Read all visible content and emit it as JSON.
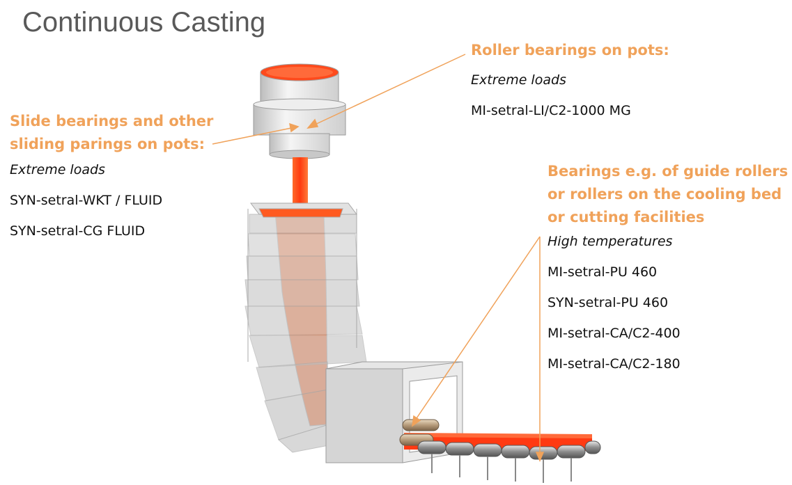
{
  "title": "Continuous Casting",
  "callouts": {
    "roller_pots": {
      "heading": "Roller bearings on pots:",
      "sub": "Extreme loads",
      "items": [
        "MI-setral-LI/C2-1000 MG"
      ]
    },
    "slide_pots": {
      "heading_lines": [
        "Slide bearings and other",
        "sliding parings on pots:"
      ],
      "sub": "Extreme loads",
      "items": [
        "SYN-setral-WKT / FLUID",
        "SYN-setral-CG FLUID"
      ]
    },
    "guide_rollers": {
      "heading_lines": [
        "Bearings e.g. of guide rollers",
        "or rollers on the cooling bed",
        "or cutting facilities"
      ],
      "sub": "High temperatures",
      "items": [
        "MI-setral-PU 460",
        "SYN-setral-PU 460",
        "MI-setral-CA/C2-400",
        "MI-setral-CA/C2-180"
      ]
    }
  },
  "colors": {
    "accent": "#F0A25A",
    "molten": "#FF4A1C",
    "steel": "#D9D9D9"
  }
}
